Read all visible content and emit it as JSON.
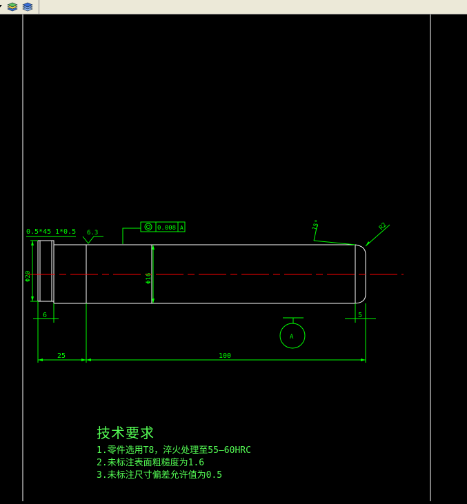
{
  "toolbar": {
    "buttons": [
      {
        "icon": "dropdown-arrow-icon"
      },
      {
        "icon": "layer-stack-icon"
      },
      {
        "icon": "layer-manager-icon"
      }
    ]
  },
  "drawing": {
    "line_color": "#ffffff",
    "dimension_color": "#00ff00",
    "centerline_color": "#ff0000",
    "text_color": "#55ff55",
    "dims": {
      "chamfer": "0.5*45",
      "chamfer2": "1*0.5",
      "roughness": "6.3",
      "tolerance_value": "0.008",
      "datum_ref": "A",
      "dia_20": "Φ20",
      "dia_16": "Φ16",
      "angle_15": "15°",
      "radius": "R2",
      "len_6": "6",
      "len_5": "5",
      "len_25": "25",
      "len_100": "100",
      "datum_label": "A"
    }
  },
  "notes": {
    "title": "技术要求",
    "items": [
      "1.零件选用T8，淬火处理至55—60HRC",
      "2.未标注表面粗糙度为1.6",
      "3.未标注尺寸偏差允许值为0.5"
    ]
  }
}
